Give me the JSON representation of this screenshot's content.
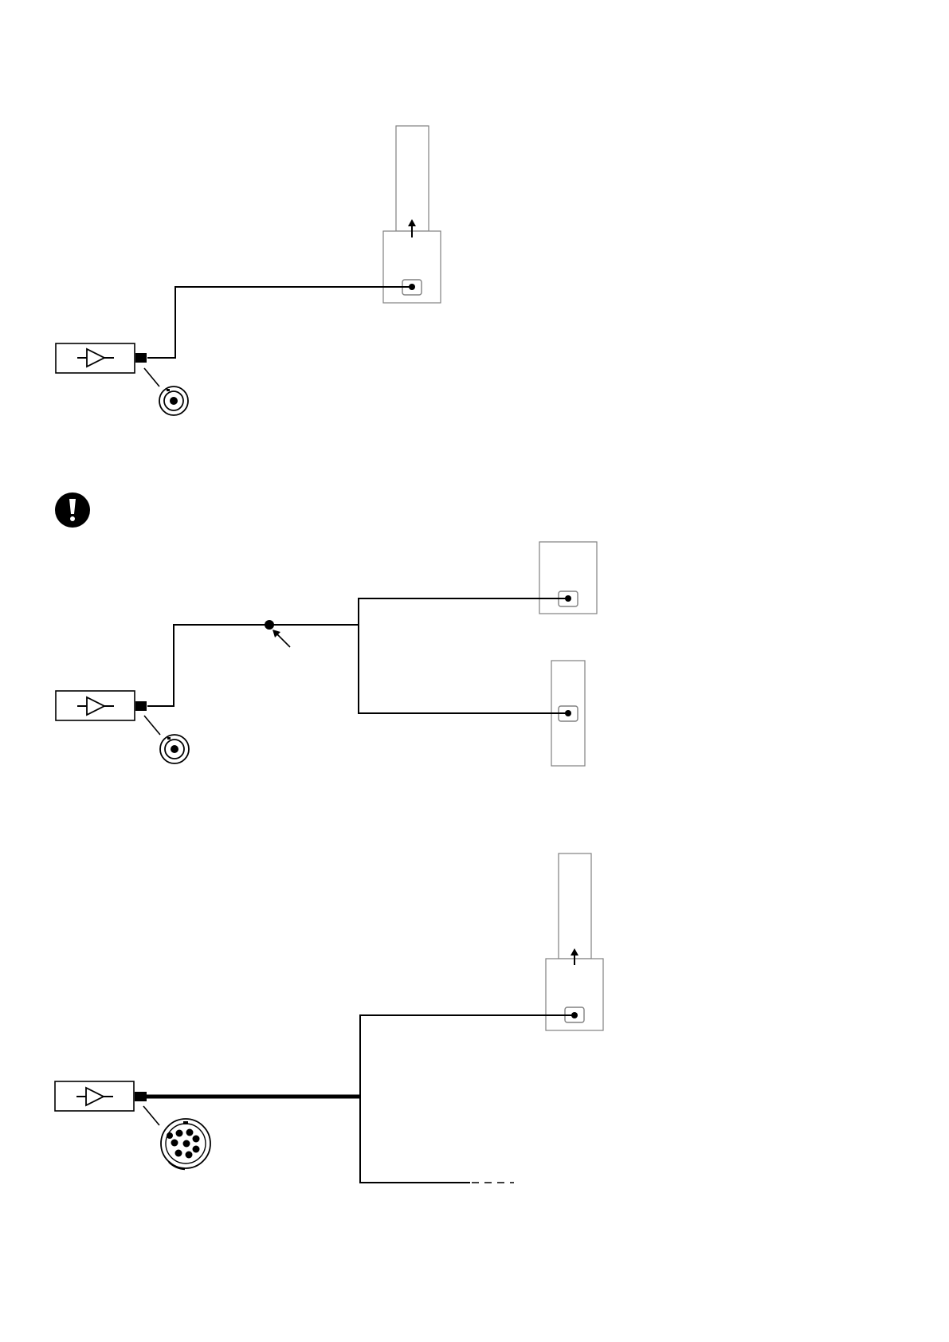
{
  "diagrams": [
    {
      "id": "single-speaker-with-extension",
      "amplifier": {
        "icon": "amplifier-triangle-icon"
      },
      "connector": {
        "icon": "speakon-connector-icon",
        "pins": 2
      },
      "speakers": [
        {
          "type": "cabinet-with-top-module",
          "input": "speaker-input-jack"
        }
      ]
    },
    {
      "id": "parallel-two-speakers",
      "warning": {
        "icon": "exclamation-warning-icon"
      },
      "amplifier": {
        "icon": "amplifier-triangle-icon"
      },
      "connector": {
        "icon": "speakon-connector-icon",
        "pins": 2
      },
      "junction": {
        "icon": "junction-dot-icon"
      },
      "speakers": [
        {
          "type": "cabinet",
          "input": "speaker-input-jack"
        },
        {
          "type": "column",
          "input": "speaker-input-jack"
        }
      ]
    },
    {
      "id": "multicore-split",
      "amplifier": {
        "icon": "amplifier-triangle-icon"
      },
      "connector": {
        "icon": "multipin-connector-icon",
        "pins": 9
      },
      "speakers": [
        {
          "type": "cabinet-with-top-module",
          "input": "speaker-input-jack"
        },
        {
          "type": "continuation",
          "style": "dashed"
        }
      ]
    }
  ],
  "colors": {
    "line": "#000000",
    "outline": "#808080",
    "background": "#ffffff"
  }
}
